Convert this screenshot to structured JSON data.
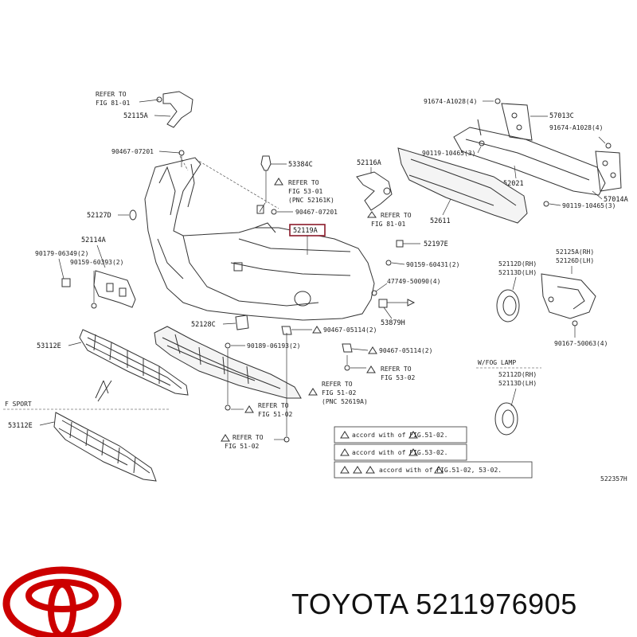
{
  "diagram": {
    "refer_fig_81_01": "REFER TO FIG 81-01",
    "refer_fig_53_01": "REFER TO FIG 53-01",
    "refer_fig_53_01_pnc": "(PNC 52161K)",
    "refer_fig_81_01b": "REFER TO FIG 81-01",
    "refer_fig_51_02_pnc": "(PNC 52619A)",
    "refer_fig_51_02a": "REFER TO FIG 51-02",
    "refer_fig_51_02b": "REFER TO FIG 51-02",
    "refer_fig_51_02c": "REFER TO FIG 51-02",
    "refer_fig_53_02": "REFER TO FIG 53-02",
    "refer_word": "REFER TO",
    "parts": {
      "p52115A": "52115A",
      "p90467_07201a": "90467-07201",
      "p53384C": "53384C",
      "p90467_07201b": "90467-07201",
      "p52116A": "52116A",
      "p91674_A1028a": "91674-A1028(4)",
      "p57013C": "57013C",
      "p91674_A1028b": "91674-A1028(4)",
      "p90119_10465a": "90119-10465(3)",
      "p52021": "52021",
      "p57014A": "57014A",
      "p90119_10465b": "90119-10465(3)",
      "p52611": "52611",
      "p52127D": "52127D",
      "p52119A": "52119A",
      "p52114A": "52114A",
      "p90179_06349": "90179-06349(2)",
      "p90159_60393": "90159-60393(2)",
      "p52197E": "52197E",
      "p90159_60431": "90159-60431(2)",
      "p47749_50090": "47749-50090(4)",
      "p53879H": "53879H",
      "p52125A": "52125A(RH)",
      "p52126D": "52126D(LH)",
      "p52112D_a": "52112D(RH)",
      "p52113D_a": "52113D(LH)",
      "p52128C": "52128C",
      "p90467_05114a": "90467-05114(2)",
      "p90467_05114b": "90467-05114(2)",
      "p53112E_a": "53112E",
      "p90189_06193": "90189-06193(2)",
      "p90167_50063": "90167-50063(4)",
      "p52112D_b": "52112D(RH)",
      "p52113D_b": "52113D(LH)",
      "p53112E_b": "53112E",
      "w_fog_lamp": "W/FOG LAMP",
      "f_sport": "F SPORT",
      "figure_code": "522357H"
    },
    "notes": [
      "accord with      of FIG.51-02.",
      "accord with      of FIG.53-02.",
      "accord with      of FIG.51-02, 53-02."
    ]
  },
  "brand": {
    "caption": "TOYOTA 5211976905",
    "logo_color": "#cc0000"
  }
}
